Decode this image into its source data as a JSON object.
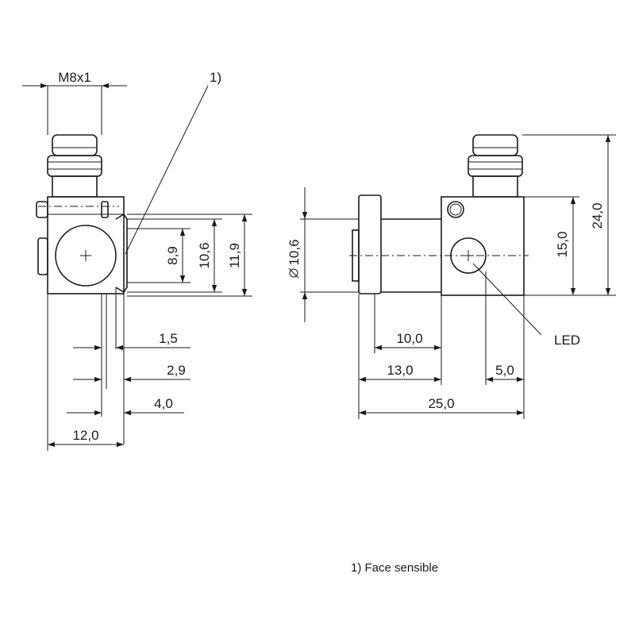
{
  "dimensions": {
    "thread": "M8x1",
    "callout_marker": "1)",
    "h_8_9": "8,9",
    "h_10_6": "10,6",
    "h_11_9": "11,9",
    "d_1_5": "1,5",
    "d_2_9": "2,9",
    "d_4_0": "4,0",
    "d_12_0": "12,0",
    "diameter": "10,6",
    "d_10_0": "10,0",
    "d_13_0": "13,0",
    "d_5_0": "5,0",
    "d_25_0": "25,0",
    "h_15_0": "15,0",
    "h_24_0": "24,0"
  },
  "labels": {
    "led": "LED"
  },
  "footnote": {
    "text": "1) Face sensible"
  },
  "colors": {
    "line": "#1a1a1a",
    "background": "#ffffff"
  }
}
